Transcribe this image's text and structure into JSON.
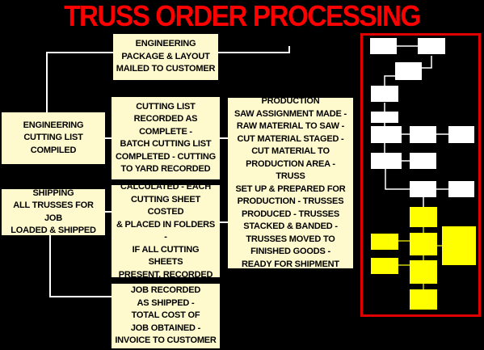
{
  "title": "TRUSS ORDER PROCESSING",
  "boxes": {
    "engineering_package": "ENGINEERING\nPACKAGE & LAYOUT\nMAILED TO CUSTOMER",
    "engineering_cutting": "ENGINEERING\nCUTTING LIST COMPILED",
    "cutting_list": "CUTTING LIST\nRECORDED AS\nCOMPLETE -\nBATCH CUTTING LIST\nCOMPLETED - CUTTING\nTO YARD RECORDED",
    "production": "PRODUCTION\nSAW ASSIGNMENT MADE -\nRAW MATERIAL TO SAW -\nCUT MATERIAL STAGED -\nCUT MATERIAL TO\nPRODUCTION AREA - TRUSS\nSET UP & PREPARED FOR\nPRODUCTION - TRUSSES\nPRODUCED - TRUSSES\nSTACKED & BANDED -\nTRUSSES MOVED TO\nFINISHED GOODS -\nREADY FOR SHIPMENT",
    "shipping": "SHIPPING\nALL TRUSSES FOR JOB\nLOADED & SHIPPED",
    "board_footage": "BOARD FOOTAGE\nCALCULATED - EACH\nCUTTING SHEET COSTED\n& PLACED IN FOLDERS -\nIF ALL CUTTING SHEETS\nPRESENT, RECORDED\nAS COMPLETE",
    "job_recorded": "JOB RECORDED\nAS SHIPPED -\nTOTAL COST OF\nJOB OBTAINED -\nINVOICE TO CUSTOMER"
  },
  "colors": {
    "title": "#ff0000",
    "box_fill": "#fffacd",
    "connector": "#ffffff",
    "panel_border": "#e00000",
    "mini_white": "#ffffff",
    "mini_yellow": "#ffff00"
  }
}
